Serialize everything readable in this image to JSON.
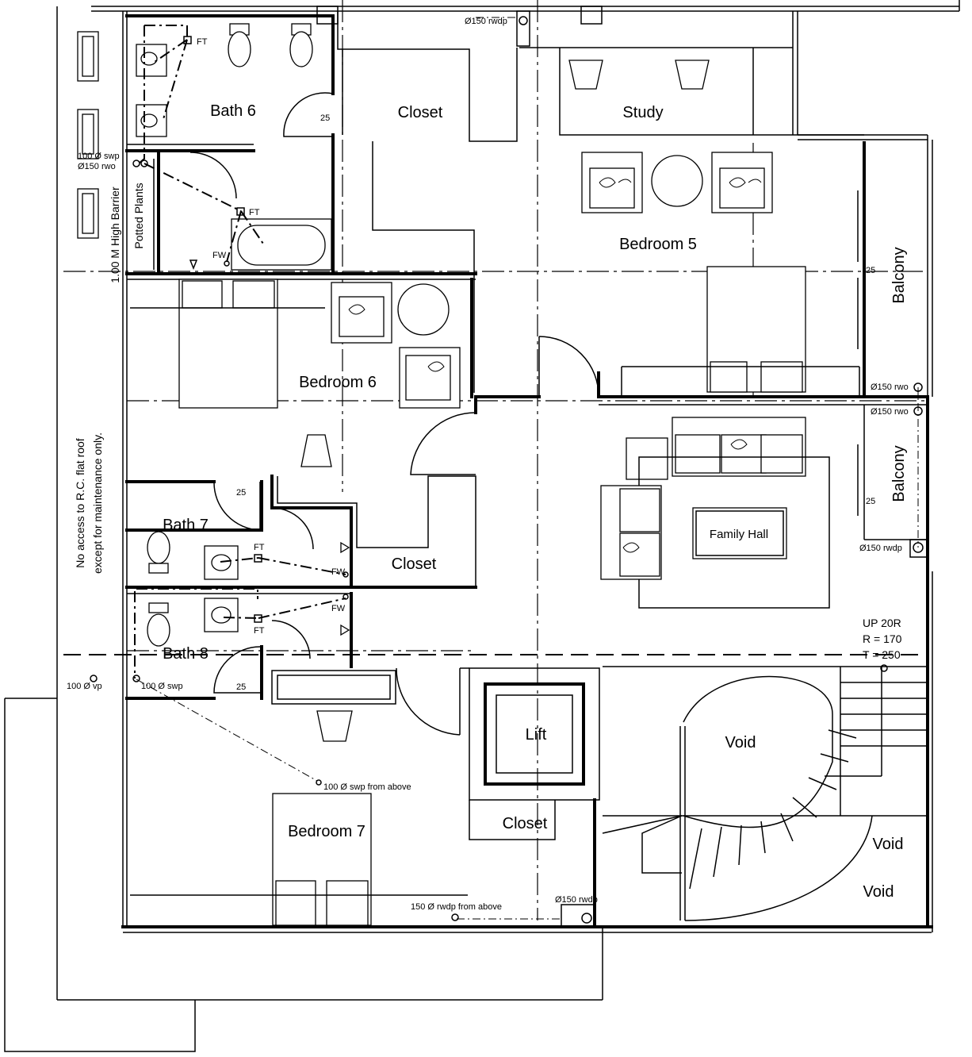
{
  "rooms": {
    "bath6": "Bath 6",
    "closet_top": "Closet",
    "study": "Study",
    "bedroom5": "Bedroom 5",
    "balcony_top": "Balcony",
    "bedroom6": "Bedroom 6",
    "balcony_mid": "Balcony",
    "family_hall": "Family Hall",
    "bath7": "Bath 7",
    "closet_mid": "Closet",
    "bath8": "Bath 8",
    "lift": "Lift",
    "void1": "Void",
    "void2": "Void",
    "void3": "Void",
    "bedroom7": "Bedroom 7",
    "closet_bottom": "Closet"
  },
  "notes": {
    "potted_plants": "Potted Plants",
    "barrier": "1.00 M High Barrier",
    "roof_note_1": "No access to R.C. flat roof",
    "roof_note_2": "except for maintenance only.",
    "stair_1": "UP 20R",
    "stair_2": "R = 170",
    "stair_3": "T = 250"
  },
  "annotations": {
    "rwdp_top": "Ø150 rwdp",
    "swp_100": "100 Ø swp",
    "rwo_150": "Ø150 rwo",
    "rwo_right_1": "Ø150 rwo",
    "rwo_right_2": "Ø150 rwo",
    "rwdp_right": "Ø150 rwdp",
    "ft_1": "FT",
    "ft_2": "FT",
    "ft_3": "FT",
    "ft_4": "FT",
    "fw_1": "FW",
    "fw_2": "FW",
    "fw_3": "FW",
    "vp_100": "100 Ø vp",
    "swp_bath8": "100 Ø swp",
    "swp_from_above": "100 Ø swp from above",
    "rwdp_from_above": "150 Ø rwdp from above",
    "rwdp_bottom": "Ø150 rwdp",
    "dim_25_a": "25",
    "dim_25_b": "25",
    "dim_25_c": "25",
    "dim_25_d": "25",
    "dim_25_e": "25"
  }
}
